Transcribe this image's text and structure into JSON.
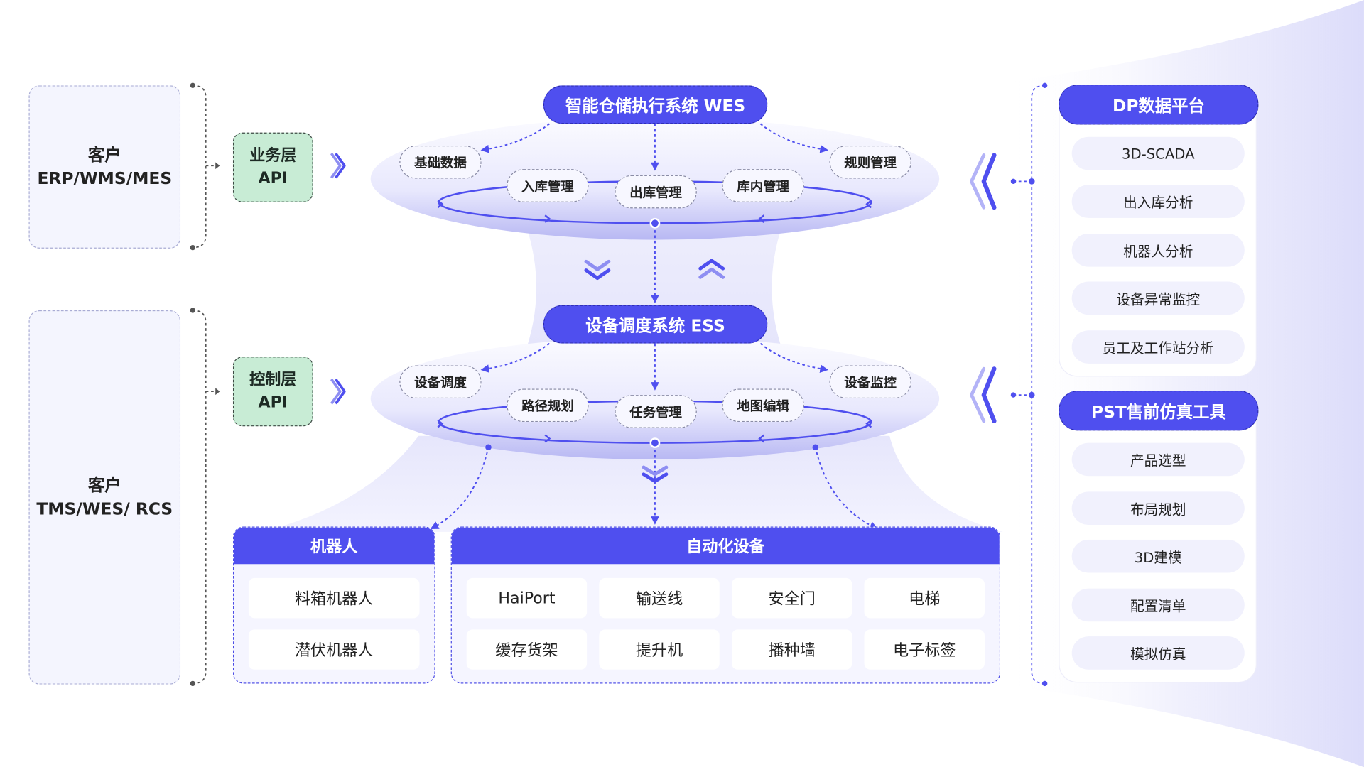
{
  "colors": {
    "primary": "#4f4fef",
    "api_green": "#c8ecd5",
    "client_bg": "#f4f5fe"
  },
  "clients": {
    "top": {
      "line1": "客户",
      "line2": "ERP/WMS/MES"
    },
    "bottom": {
      "line1": "客户",
      "line2": "TMS/WES/ RCS"
    }
  },
  "api": {
    "business": {
      "line1": "业务层",
      "line2": "API"
    },
    "control": {
      "line1": "控制层",
      "line2": "API"
    }
  },
  "wes": {
    "title": "智能仓储执行系统 WES",
    "nodes": [
      "基础数据",
      "入库管理",
      "出库管理",
      "库内管理",
      "规则管理"
    ]
  },
  "ess": {
    "title": "设备调度系统 ESS",
    "nodes": [
      "设备调度",
      "路径规划",
      "任务管理",
      "地图编辑",
      "设备监控"
    ]
  },
  "robots": {
    "title": "机器人",
    "items": [
      "料箱机器人",
      "潜伏机器人"
    ]
  },
  "automation": {
    "title": "自动化设备",
    "items": [
      "HaiPort",
      "输送线",
      "安全门",
      "电梯",
      "缓存货架",
      "提升机",
      "播种墙",
      "电子标签"
    ]
  },
  "dp": {
    "title": "DP数据平台",
    "items": [
      "3D-SCADA",
      "出入库分析",
      "机器人分析",
      "设备异常监控",
      "员工及工作站分析"
    ]
  },
  "pst": {
    "title": "PST售前仿真工具",
    "items": [
      "产品选型",
      "布局规划",
      "3D建模",
      "配置清单",
      "模拟仿真"
    ]
  }
}
